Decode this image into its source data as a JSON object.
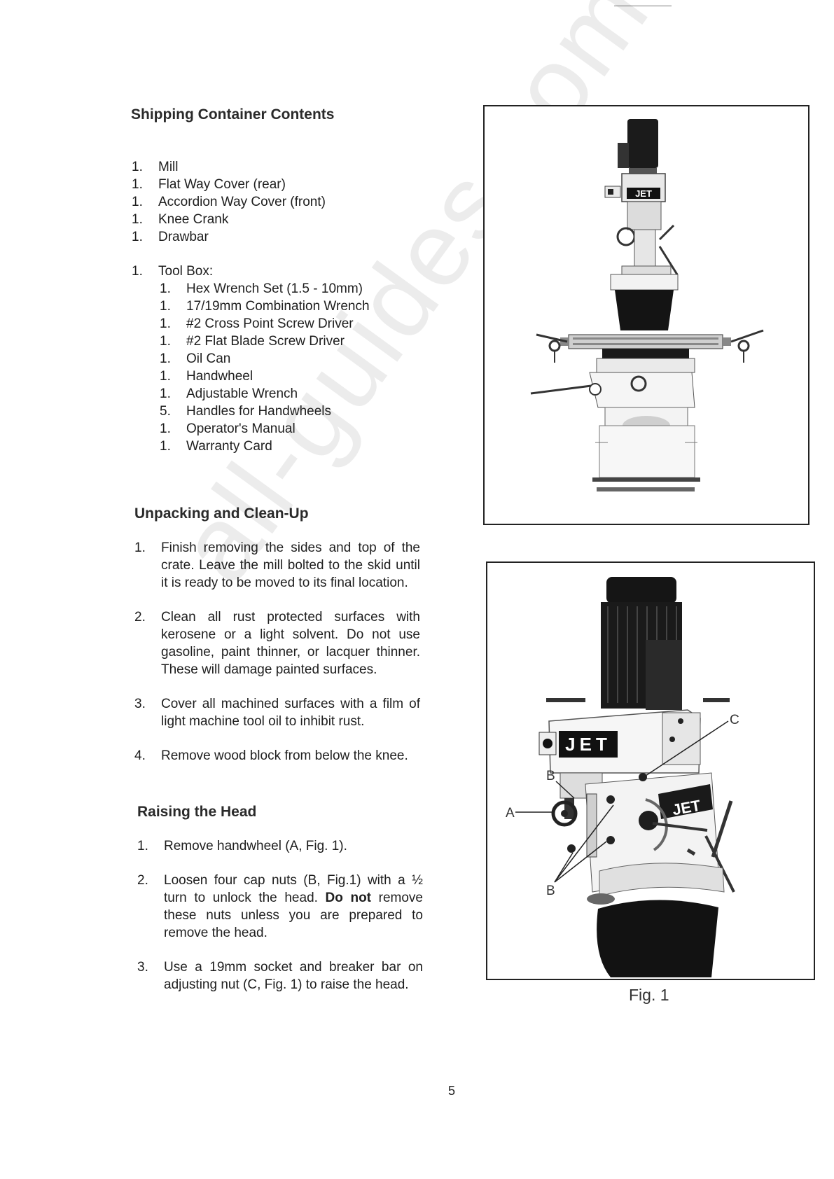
{
  "shipping": {
    "title": "Shipping Container Contents",
    "items": [
      {
        "qty": "1.",
        "name": "Mill"
      },
      {
        "qty": "1.",
        "name": "Flat Way Cover (rear)"
      },
      {
        "qty": "1.",
        "name": "Accordion Way Cover (front)"
      },
      {
        "qty": "1.",
        "name": "Knee Crank"
      },
      {
        "qty": "1.",
        "name": "Drawbar"
      }
    ],
    "toolbox": {
      "qty": "1.",
      "name": "Tool Box:",
      "items": [
        {
          "qty": "1.",
          "name": "Hex Wrench Set (1.5 - 10mm)"
        },
        {
          "qty": "1.",
          "name": "17/19mm Combination Wrench"
        },
        {
          "qty": "1.",
          "name": "#2 Cross Point Screw Driver"
        },
        {
          "qty": "1.",
          "name": "#2 Flat Blade Screw Driver"
        },
        {
          "qty": "1.",
          "name": "Oil Can"
        },
        {
          "qty": "1.",
          "name": "Handwheel"
        },
        {
          "qty": "1.",
          "name": "Adjustable Wrench"
        },
        {
          "qty": "5.",
          "name": "Handles for Handwheels"
        },
        {
          "qty": "1.",
          "name": "Operator's Manual"
        },
        {
          "qty": "1.",
          "name": "Warranty Card"
        }
      ]
    }
  },
  "unpacking": {
    "title": "Unpacking and Clean-Up",
    "steps": [
      {
        "num": "1.",
        "text": "Finish removing the sides and top of the crate. Leave the mill bolted to the skid until it is ready to be moved to its final location."
      },
      {
        "num": "2.",
        "text": "Clean all rust protected surfaces with kerosene or a light solvent. Do not use gasoline, paint thinner, or lacquer thinner. These will damage painted surfaces."
      },
      {
        "num": "3.",
        "text": "Cover all machined surfaces with a film of light machine tool oil to inhibit rust."
      },
      {
        "num": "4.",
        "text": "Remove wood block from below the knee."
      }
    ]
  },
  "raising": {
    "title": "Raising the Head",
    "steps": [
      {
        "num": "1.",
        "text": "Remove handwheel (A, Fig. 1)."
      },
      {
        "num": "2.",
        "text_before": "Loosen four cap nuts (B, Fig.1) with a ½ turn to unlock the head. ",
        "bold": "Do not",
        "text_after": " remove these nuts unless you are prepared to remove the head."
      },
      {
        "num": "3.",
        "text": "Use a 19mm socket and breaker bar on adjusting nut (C, Fig. 1) to raise the head."
      }
    ]
  },
  "figures": {
    "brand_label": "JET",
    "callouts": {
      "a": "A",
      "b": "B",
      "c": "C"
    },
    "caption": "Fig. 1"
  },
  "watermark": "all-guides.com",
  "page_number": "5"
}
